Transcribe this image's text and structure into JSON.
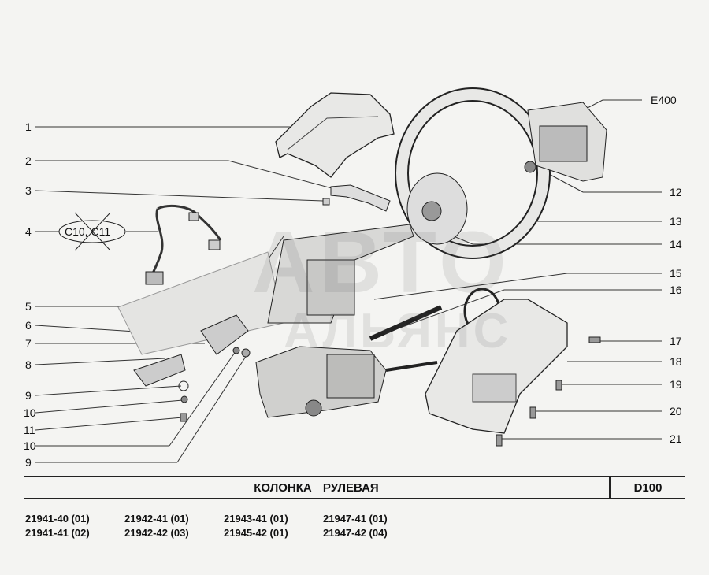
{
  "callouts_left": [
    "1",
    "2",
    "3",
    "4",
    "5",
    "6",
    "7",
    "8",
    "9",
    "10",
    "11",
    "10",
    "9"
  ],
  "callouts_right": [
    "E400",
    "12",
    "13",
    "14",
    "15",
    "16",
    "17",
    "18",
    "19",
    "20",
    "21"
  ],
  "connector_label": "C10, C11",
  "title": "КОЛОНКА   РУЛЕВАЯ",
  "code": "D100",
  "models": [
    "21941-40 (01)",
    "21942-41 (01)",
    "21943-41 (01)",
    "21947-41 (01)",
    "21941-41 (02)",
    "21942-42 (03)",
    "21945-42 (01)",
    "21947-42 (04)"
  ],
  "watermark": [
    "АВТО",
    "АЛЬЯНС"
  ]
}
